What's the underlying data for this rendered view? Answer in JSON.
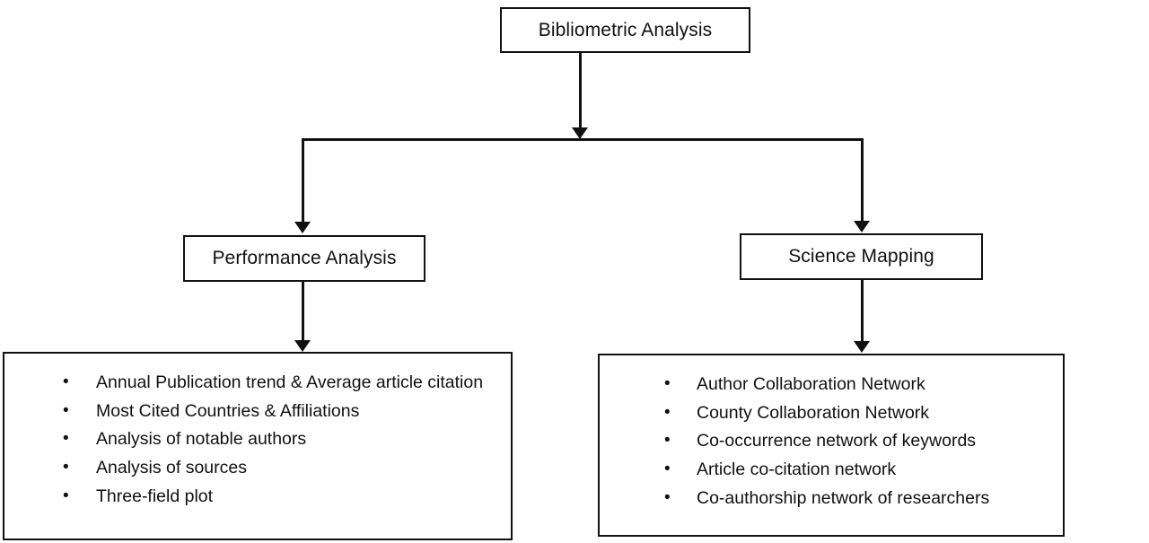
{
  "diagram": {
    "title": "Bibliometric Analysis",
    "type": "hierarchy-flowchart",
    "colors": {
      "stroke": "#111111",
      "background": "#ffffff",
      "text": "#111111"
    },
    "root": {
      "label": "Bibliometric Analysis"
    },
    "branches": [
      {
        "label": "Performance Analysis",
        "items": [
          "Annual Publication trend & Average article citation",
          "Most Cited Countries & Affiliations",
          "Analysis of notable authors",
          "Analysis of sources",
          "Three-field plot"
        ]
      },
      {
        "label": "Science Mapping",
        "items": [
          "Author Collaboration Network",
          "County Collaboration Network",
          "Co-occurrence network of keywords",
          "Article co-citation network",
          "Co-authorship network of researchers"
        ]
      }
    ]
  }
}
